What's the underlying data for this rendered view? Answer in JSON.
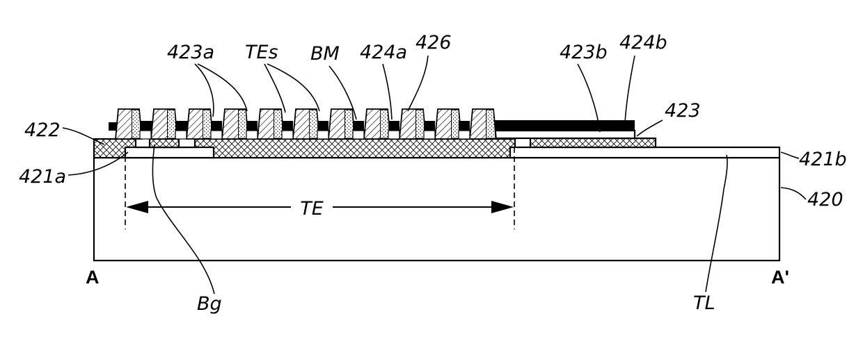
{
  "diagram": {
    "labels": {
      "l423a": "423a",
      "lTEs": "TEs",
      "lBM": "BM",
      "l424a": "424a",
      "l426": "426",
      "l423b": "423b",
      "l424b": "424b",
      "l423": "423",
      "l422": "422",
      "l421a": "421a",
      "l421b": "421b",
      "l420": "420",
      "lTE": "TE",
      "lBg": "Bg",
      "lTL": "TL",
      "lA": "A",
      "lAprime": "A'"
    }
  }
}
